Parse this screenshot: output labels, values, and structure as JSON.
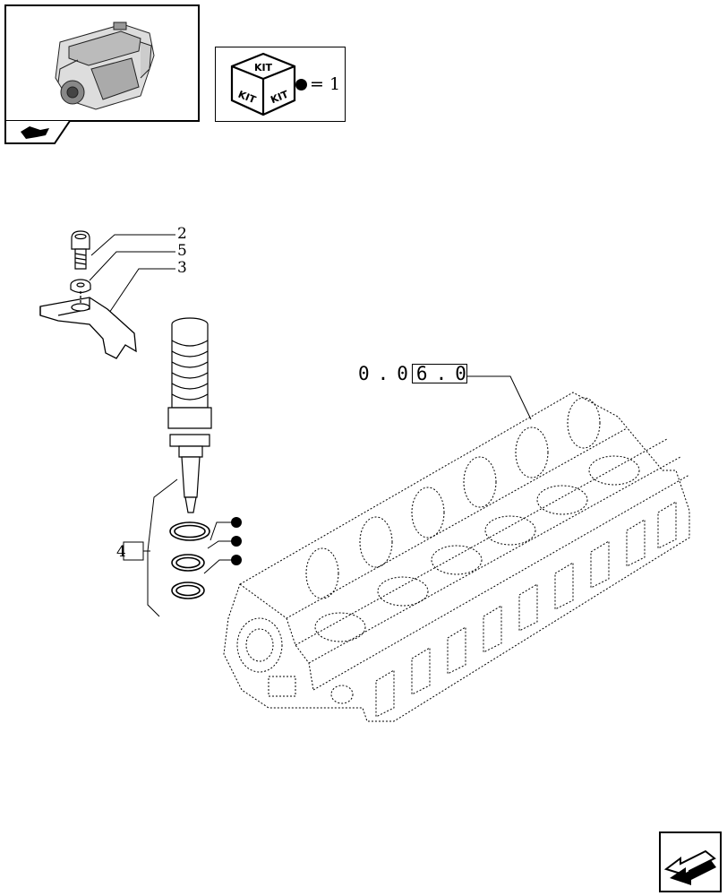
{
  "kit_box": {
    "kit_label_top": "KIT",
    "kit_label_left": "KIT",
    "kit_label_right": "KIT",
    "legend_text": "= 1"
  },
  "callouts": [
    {
      "id": "screw",
      "text": "2"
    },
    {
      "id": "washer",
      "text": "5"
    },
    {
      "id": "bracket",
      "text": "3"
    },
    {
      "id": "ring-kit",
      "text": "4"
    }
  ],
  "reference": {
    "text": "0.06.0"
  },
  "icons": {
    "kit_icon": "kit-cube-icon",
    "bullet": "filled-circle-icon",
    "nav_prev": "page-back-arrow-icon",
    "section": "engine-section-icon"
  }
}
